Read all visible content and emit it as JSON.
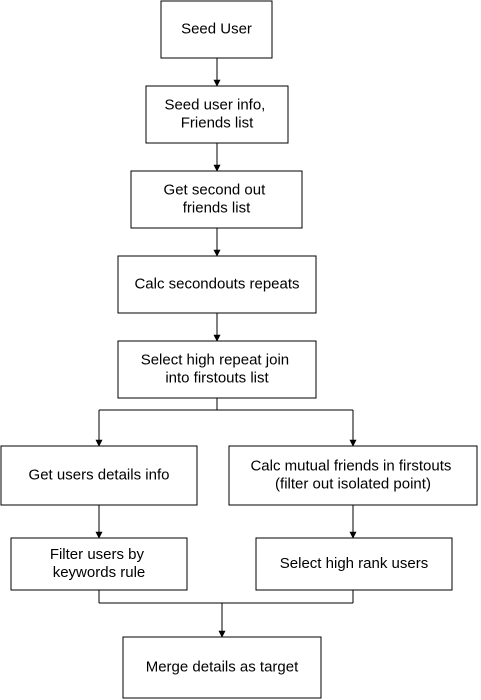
{
  "diagram": {
    "nodes": {
      "seed_user": {
        "lines": [
          "Seed User"
        ]
      },
      "seed_info": {
        "lines": [
          "Seed user info,",
          "Friends list"
        ]
      },
      "second_out": {
        "lines": [
          "Get second out",
          "friends list"
        ]
      },
      "calc_repeats": {
        "lines": [
          "Calc secondouts repeats"
        ]
      },
      "select_high": {
        "lines": [
          "Select high repeat join",
          "into firstouts list"
        ]
      },
      "user_details": {
        "lines": [
          "Get users details info"
        ]
      },
      "mutual_friends": {
        "lines": [
          "Calc mutual friends in firstouts",
          "(filter out isolated point)"
        ]
      },
      "filter_users": {
        "lines": [
          "Filter users by",
          "keywords rule"
        ]
      },
      "high_rank": {
        "lines": [
          "Select high rank users"
        ]
      },
      "merge": {
        "lines": [
          "Merge details as target"
        ]
      }
    }
  }
}
